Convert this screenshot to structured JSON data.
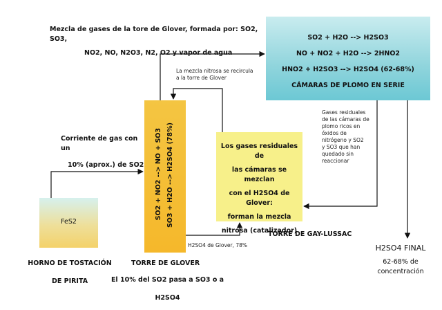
{
  "mezcla_gases": {
    "line1": "Mezcla de gases de la tore de Glover, formada por: SO2, SO3,",
    "line2": "NO2, NO, N2O3, N2, O2 y vapor de agua"
  },
  "camaras": {
    "eq1": "SO2 + H2O --> H2SO3",
    "eq2": "NO + NO2 + H2O --> 2HNO2",
    "eq3": "HNO2 + H2SO3 --> H2SO4 (62-68%)",
    "title": "CÁMARAS DE PLOMO EN SERIE"
  },
  "recircula_note": {
    "line1": "La mezcla nitrosa se recircula",
    "line2": "a la torre de Glover"
  },
  "corriente_gas": {
    "line1": "Corriente de gas con un",
    "line2": "10% (aprox.) de SO2"
  },
  "glover_box": {
    "col1": "SO2 + NO2 --> NO + SO3",
    "col2": "SO3 + H2O --> H2SO4 (78%)"
  },
  "gay_box": {
    "line1": "Los gases residuales de",
    "line2": "las cámaras se mezclan",
    "line3": "con el H2SO4 de Glover:",
    "line4": "forman la mezcla",
    "line5": "nitrosa (catalizador)"
  },
  "gases_residuales_note": {
    "line1": "Gases residuales",
    "line2": "de las cámaras de",
    "line3": "plomo ricos en",
    "line4": "óxidos de",
    "line5": "nitrógeno y SO2",
    "line6": "y SO3 que han",
    "line7": "quedado sin",
    "line8": "reaccionar"
  },
  "horno": {
    "box_label": "FeS2",
    "title_line1": "HORNO DE TOSTACIÓN",
    "title_line2": "DE PIRITA"
  },
  "glover_acid_note": "H2SO4 de Glover, 78%",
  "torre_gay_lussac": "TORRE DE GAY-LUSSAC",
  "torre_glover": {
    "title": "TORRE DE GLOVER",
    "line1": "El 10% del SO2 pasa a SO3 o a",
    "line2": "H2SO4"
  },
  "final": {
    "title": "H2SO4 FINAL",
    "line1": "62-68% de",
    "line2": "concentración"
  },
  "colors": {
    "camaras": "#8fd4dc",
    "glover": "#f5b82b",
    "gay_lussac": "#f7f08a",
    "horno_top": "#d6f1ee",
    "horno_bottom": "#f4d26a",
    "arrow": "#111111"
  }
}
